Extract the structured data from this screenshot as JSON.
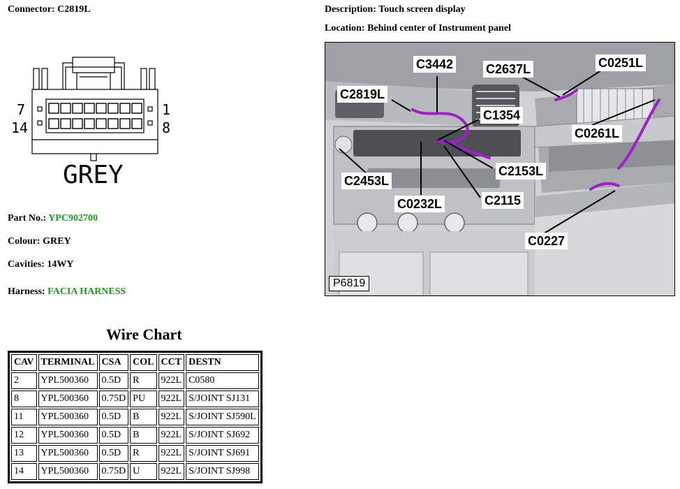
{
  "connector": {
    "label": "Connector:",
    "value": "C2819L"
  },
  "description": {
    "label": "Description:",
    "value": "Touch screen display"
  },
  "location": {
    "label": "Location:",
    "value": "Behind center of Instrument panel"
  },
  "drawing": {
    "pin_top_left": "7",
    "pin_top_right": "1",
    "pin_bottom_left": "14",
    "pin_bottom_right": "8",
    "colour_text": "GREY"
  },
  "part_no": {
    "label": "Part No.:",
    "value": "YPC902700"
  },
  "colour": {
    "label": "Colour:",
    "value": "GREY"
  },
  "cavities": {
    "label": "Cavities:",
    "value": "14WY"
  },
  "harness": {
    "label": "Harness:",
    "value": "FACIA HARNESS"
  },
  "photo": {
    "figure_ref": "P6819",
    "callouts": [
      "C3442",
      "C2637L",
      "C0251L",
      "C2819L",
      "C1354",
      "C0261L",
      "C2153L",
      "C2453L",
      "C2115",
      "C0232L",
      "C0227"
    ]
  },
  "wire_chart": {
    "title": "Wire Chart",
    "headers": [
      "CAV",
      "TERMINAL",
      "CSA",
      "COL",
      "CCT",
      "DESTN"
    ],
    "rows": [
      [
        "2",
        "YPL500360",
        "0.5D",
        "R",
        "922L",
        "C0580"
      ],
      [
        "8",
        "YPL500360",
        "0.75D",
        "PU",
        "922L",
        "S/JOINT SJ131"
      ],
      [
        "11",
        "YPL500360",
        "0.5D",
        "B",
        "922L",
        "S/JOINT SJ590L"
      ],
      [
        "12",
        "YPL500360",
        "0.5D",
        "B",
        "922L",
        "S/JOINT SJ692"
      ],
      [
        "13",
        "YPL500360",
        "0.5D",
        "R",
        "922L",
        "S/JOINT SJ691"
      ],
      [
        "14",
        "YPL500360",
        "0.75D",
        "U",
        "922L",
        "S/JOINT SJ998"
      ]
    ]
  },
  "colors": {
    "green_value": "#1f9a1f",
    "harness_wire": "#a020c8"
  }
}
